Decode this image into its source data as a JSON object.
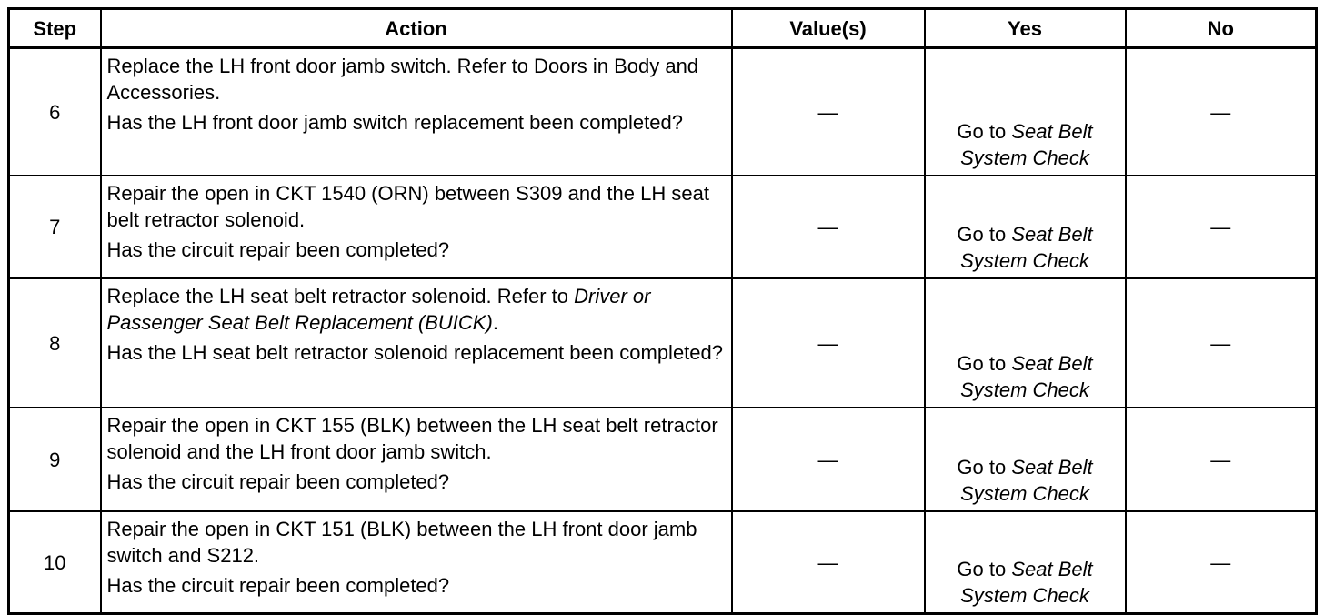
{
  "table": {
    "headers": {
      "step": "Step",
      "action": "Action",
      "values": "Value(s)",
      "yes": "Yes",
      "no": "No"
    },
    "rows": [
      {
        "step": "6",
        "action_instruction": "Replace the LH front door jamb switch. Refer to Doors in Body and Accessories.",
        "action_question": "Has the LH front door jamb switch replacement been completed?",
        "value": "—",
        "yes_prefix": "Go to",
        "yes_ref_part1": "Seat Belt",
        "yes_ref_part2": "System Check",
        "no": "—"
      },
      {
        "step": "7",
        "action_instruction": "Repair the open in CKT 1540 (ORN) between S309 and the LH seat belt retractor solenoid.",
        "action_question": "Has the circuit repair been completed?",
        "value": "—",
        "yes_prefix": "Go to",
        "yes_ref_part1": "Seat Belt",
        "yes_ref_part2": "System Check",
        "no": "—"
      },
      {
        "step": "8",
        "action_instruction_text": "Replace the LH seat belt retractor solenoid. Refer to ",
        "action_instruction_ref": "Driver or Passenger Seat Belt Replacement (BUICK)",
        "action_instruction_end": ".",
        "action_question": "Has the LH seat belt retractor solenoid replacement been completed?",
        "value": "—",
        "yes_prefix": "Go to",
        "yes_ref_part1": "Seat Belt",
        "yes_ref_part2": "System Check",
        "no": "—"
      },
      {
        "step": "9",
        "action_instruction": "Repair the open in CKT 155 (BLK) between the LH seat belt retractor solenoid and the LH front door jamb switch.",
        "action_question": "Has the circuit repair been completed?",
        "value": "—",
        "yes_prefix": "Go to",
        "yes_ref_part1": "Seat Belt",
        "yes_ref_part2": "System Check",
        "no": "—"
      },
      {
        "step": "10",
        "action_instruction": "Repair the open in CKT 151 (BLK) between the LH front door jamb switch and S212.",
        "action_question": "Has the circuit repair been completed?",
        "value": "—",
        "yes_prefix": "Go to",
        "yes_ref_part1": "Seat Belt",
        "yes_ref_part2": "System Check",
        "no": "—"
      }
    ]
  }
}
